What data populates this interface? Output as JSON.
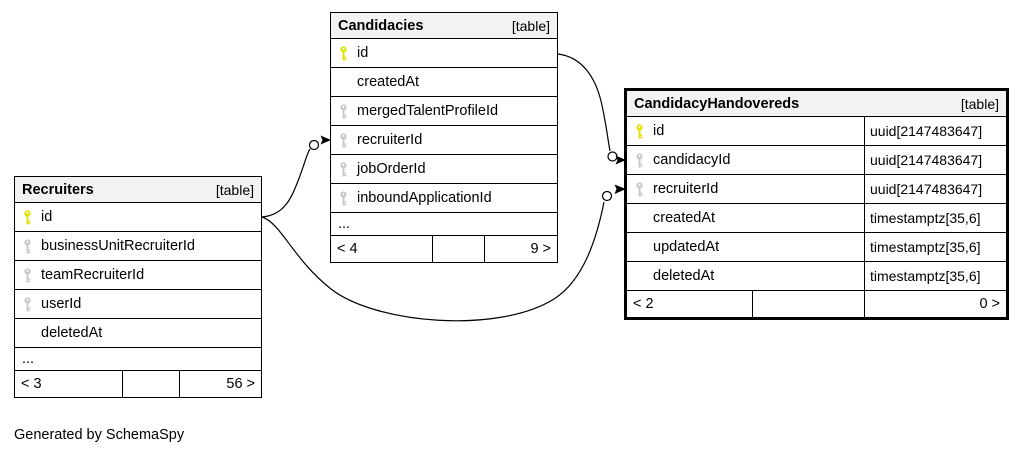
{
  "caption": "Generated by SchemaSpy",
  "colors": {
    "primary_key": "#e2e200",
    "foreign_key": "#c8c8c8",
    "header_bg": "#f2f2f2",
    "line": "#000000"
  },
  "tables": [
    {
      "name": "Recruiters",
      "tag": "[table]",
      "columns": [
        {
          "name": "id",
          "key": "primary"
        },
        {
          "name": "businessUnitRecruiterId",
          "key": "foreign"
        },
        {
          "name": "teamRecruiterId",
          "key": "foreign"
        },
        {
          "name": "userId",
          "key": "foreign"
        },
        {
          "name": "deletedAt",
          "key": "none"
        }
      ],
      "more": "...",
      "footer": {
        "parents": "< 3",
        "middle": "",
        "children": "56 >"
      }
    },
    {
      "name": "Candidacies",
      "tag": "[table]",
      "columns": [
        {
          "name": "id",
          "key": "primary"
        },
        {
          "name": "createdAt",
          "key": "none"
        },
        {
          "name": "mergedTalentProfileId",
          "key": "foreign"
        },
        {
          "name": "recruiterId",
          "key": "foreign"
        },
        {
          "name": "jobOrderId",
          "key": "foreign"
        },
        {
          "name": "inboundApplicationId",
          "key": "foreign"
        }
      ],
      "more": "...",
      "footer": {
        "parents": "< 4",
        "middle": "",
        "children": "9 >"
      }
    },
    {
      "name": "CandidacyHandovereds",
      "tag": "[table]",
      "columns": [
        {
          "name": "id",
          "key": "primary",
          "type": "uuid[2147483647]"
        },
        {
          "name": "candidacyId",
          "key": "foreign",
          "type": "uuid[2147483647]"
        },
        {
          "name": "recruiterId",
          "key": "foreign",
          "type": "uuid[2147483647]"
        },
        {
          "name": "createdAt",
          "key": "none",
          "type": "timestamptz[35,6]"
        },
        {
          "name": "updatedAt",
          "key": "none",
          "type": "timestamptz[35,6]"
        },
        {
          "name": "deletedAt",
          "key": "none",
          "type": "timestamptz[35,6]"
        }
      ],
      "footer": {
        "parents": "< 2",
        "middle": "",
        "children": "0 >"
      }
    }
  ],
  "relationships": [
    {
      "from": "Recruiters.id",
      "to": "Candidacies.recruiterId"
    },
    {
      "from": "Candidacies.id",
      "to": "CandidacyHandovereds.candidacyId"
    },
    {
      "from": "Recruiters.id",
      "to": "CandidacyHandovereds.recruiterId"
    }
  ]
}
